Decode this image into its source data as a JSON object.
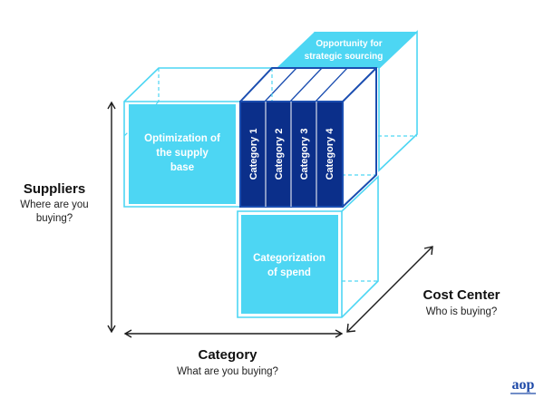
{
  "diagram": {
    "supply_base_label": [
      "Optimization of",
      "the supply",
      "base"
    ],
    "sourcing_label": [
      "Opportunity for",
      "strategic sourcing"
    ],
    "spend_label": [
      "Categorization",
      "of spend"
    ],
    "categories": [
      "Category 1",
      "Category 2",
      "Category 3",
      "Category 4"
    ]
  },
  "axes": {
    "suppliers": {
      "title": "Suppliers",
      "subtitle": [
        "Where are you",
        "buying?"
      ]
    },
    "category": {
      "title": "Category",
      "subtitle": "What are you buying?"
    },
    "cost_center": {
      "title": "Cost Center",
      "subtitle": "Who is buying?"
    }
  },
  "logo": {
    "text": "aop"
  },
  "colors": {
    "light": "#4dd6f3",
    "navy": "#1a4db0",
    "dark_navy": "#0b2f8a",
    "ink": "#111111"
  }
}
